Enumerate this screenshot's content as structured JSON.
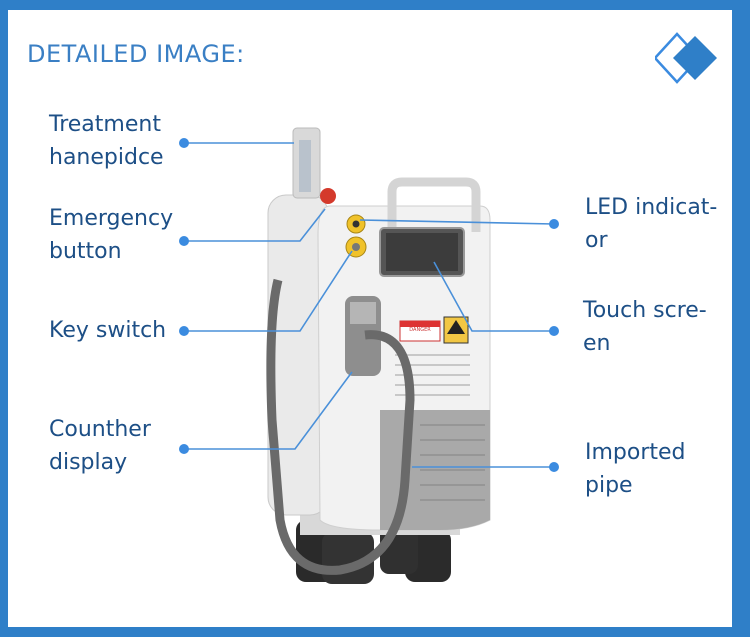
{
  "title": "DETAILED IMAGE:",
  "labels_left": [
    {
      "line1": "Treatment",
      "line2": "hanepidce"
    },
    {
      "line1": "Emergency",
      "line2": "button"
    },
    {
      "line1": "Key switch",
      "line2": ""
    },
    {
      "line1": "Counther",
      "line2": "display"
    }
  ],
  "labels_right": [
    {
      "line1": "LED indicat-",
      "line2": "or"
    },
    {
      "line1": "Touch scre-",
      "line2": "en"
    },
    {
      "line1": "Imported",
      "line2": "pipe"
    }
  ],
  "colors": {
    "border": "#2f7fc8",
    "title": "#3a7fc4",
    "label": "#1d4f86",
    "line": "#4a90d9",
    "warning": "#f2c744"
  },
  "icons": [
    "diamond-deco-icon"
  ],
  "warning_labels": {
    "danger": "DANGER"
  }
}
